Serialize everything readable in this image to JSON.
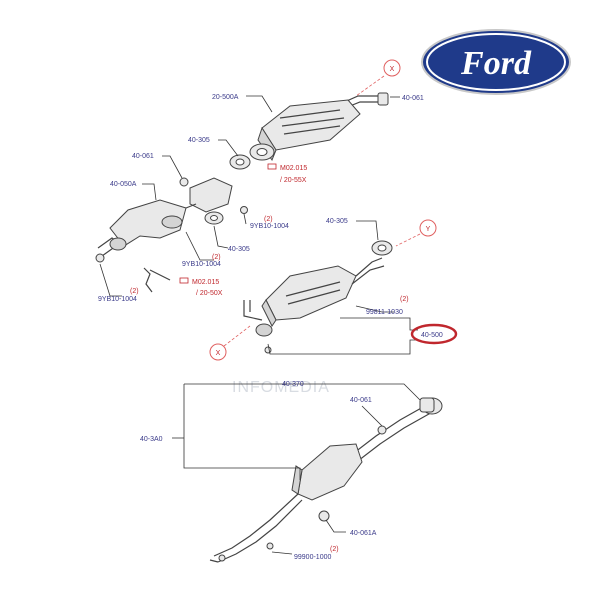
{
  "brand": {
    "logo_text": "Ford",
    "logo_color": "#1f3a8a"
  },
  "watermark": "INFOMEDIA",
  "ref_markers": {
    "x": "X",
    "y": "Y"
  },
  "labels": {
    "p20_500a": "20-500A",
    "p40_061_top": "40-061",
    "p40_305_top": "40-305",
    "p40_061_left": "40-061",
    "p40_050a": "40-050A",
    "m02_015_a": "M02.015",
    "m02_015_a2": "/ 20-55X",
    "q2_a": "(2)",
    "p9yb10_1004_a": "9YB10-1004",
    "p40_305_mid": "40-305",
    "p40_305_right": "40-305",
    "q2_b": "(2)",
    "p9yb10_1004_b": "9YB10-1004",
    "q2_c": "(2)",
    "m02_015_b": "M02.015",
    "m02_015_b2": "/ 20-50X",
    "p9yb10_1004_c": "9YB10-1004",
    "q2_d": "(2)",
    "p99811_1030": "99811-1030",
    "p40_500_hl": "40-500",
    "p40_370": "40-370",
    "p40_061_low": "40-061",
    "p40_3a0": "40-3A0",
    "p40_061a": "40-061A",
    "q2_e": "(2)",
    "p99xx_1000": "99900-1000"
  },
  "colors": {
    "label_blue": "#3b3b8a",
    "label_red": "#c0272d",
    "highlight": "#c0272d"
  }
}
